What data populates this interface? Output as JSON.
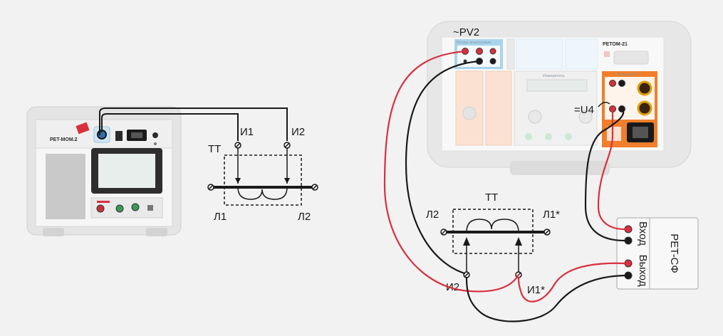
{
  "left": {
    "device_name": "PET-MOM.2",
    "device_subname": "",
    "tt_label": "TT",
    "i1_label": "И1",
    "i2_label": "И2",
    "l1_label": "Л1",
    "l2_label": "Л2"
  },
  "right": {
    "device_name": "PETOM-21",
    "pv2_label": "~PV2",
    "u4_label": "=U4",
    "panel_analog_inputs": "Входы аналоговые",
    "panel_source2": "Источник 2",
    "panel_meter": "Измеритель",
    "tt_label": "TT",
    "l2_label": "Л2",
    "l1_label": "Л1*",
    "i2_label": "И2",
    "i1_label": "И1*",
    "ret_sf_label": "PET-СФ",
    "input_label": "Вход",
    "output_label": "Выход"
  },
  "colors": {
    "background": "#f2f2f2",
    "wire_red": "#d8303d",
    "wire_black": "#1a1a1a",
    "accent_orange": "#f07e2a",
    "panel_blue": "#a9d4ec"
  }
}
